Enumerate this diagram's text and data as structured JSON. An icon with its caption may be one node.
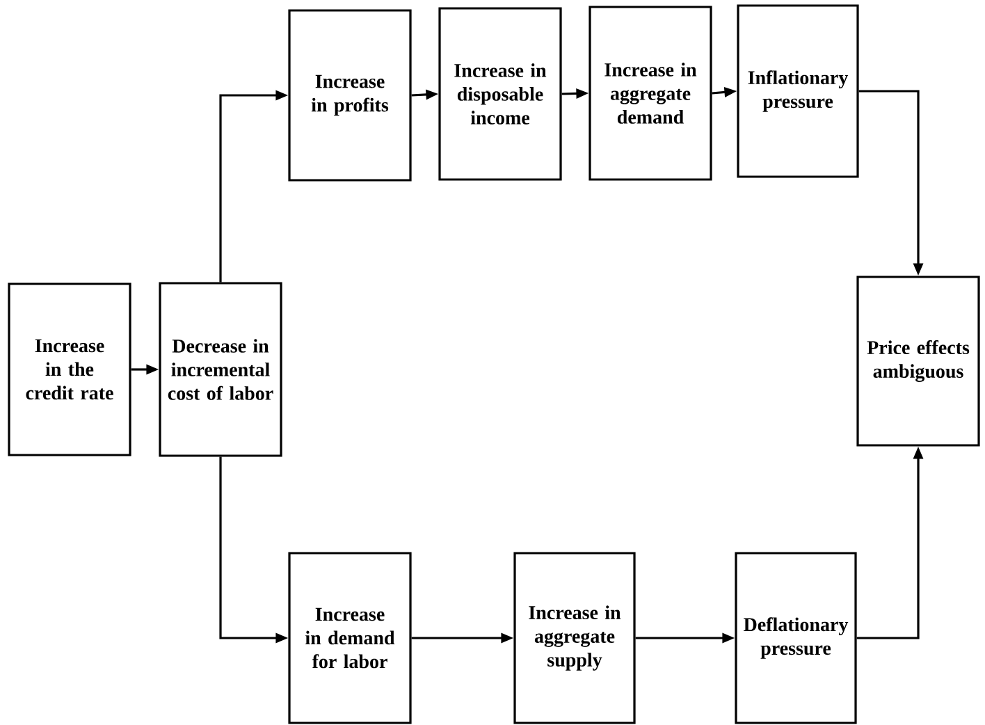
{
  "diagram": {
    "nodes": [
      {
        "text": [
          "Increase in the credit rate"
        ]
      },
      {
        "text": [
          "Decrease in incremental cost of labor"
        ]
      },
      {
        "text": [
          "Increase in profits"
        ]
      },
      {
        "text": [
          "Increase in disposable income"
        ]
      },
      {
        "text": [
          "Increase in aggregate demand"
        ]
      },
      {
        "text": [
          "Inflationary pressure"
        ]
      },
      {
        "text": [
          "Price effects ambiguous"
        ]
      },
      {
        "text": [
          "Increase in demand for labor"
        ]
      },
      {
        "text": [
          "Increase in aggregate supply"
        ]
      },
      {
        "text": [
          "Deflationary pressure"
        ]
      }
    ],
    "edges": [
      {
        "from": 0,
        "to": 1,
        "arrow": "to"
      },
      {
        "from": 1,
        "to": 2,
        "arrow": "to"
      },
      {
        "from": 2,
        "to": 3,
        "arrow": "to"
      },
      {
        "from": 3,
        "to": 4,
        "arrow": "to"
      },
      {
        "from": 4,
        "to": 5,
        "arrow": "to"
      },
      {
        "from": 5,
        "to": 6,
        "arrow": "to"
      },
      {
        "from": 1,
        "to": 7,
        "arrow": "to"
      },
      {
        "from": 7,
        "to": 8,
        "arrow": "to"
      },
      {
        "from": 8,
        "to": 9,
        "arrow": "to"
      },
      {
        "from": 9,
        "to": 6,
        "arrow": "to"
      }
    ]
  }
}
